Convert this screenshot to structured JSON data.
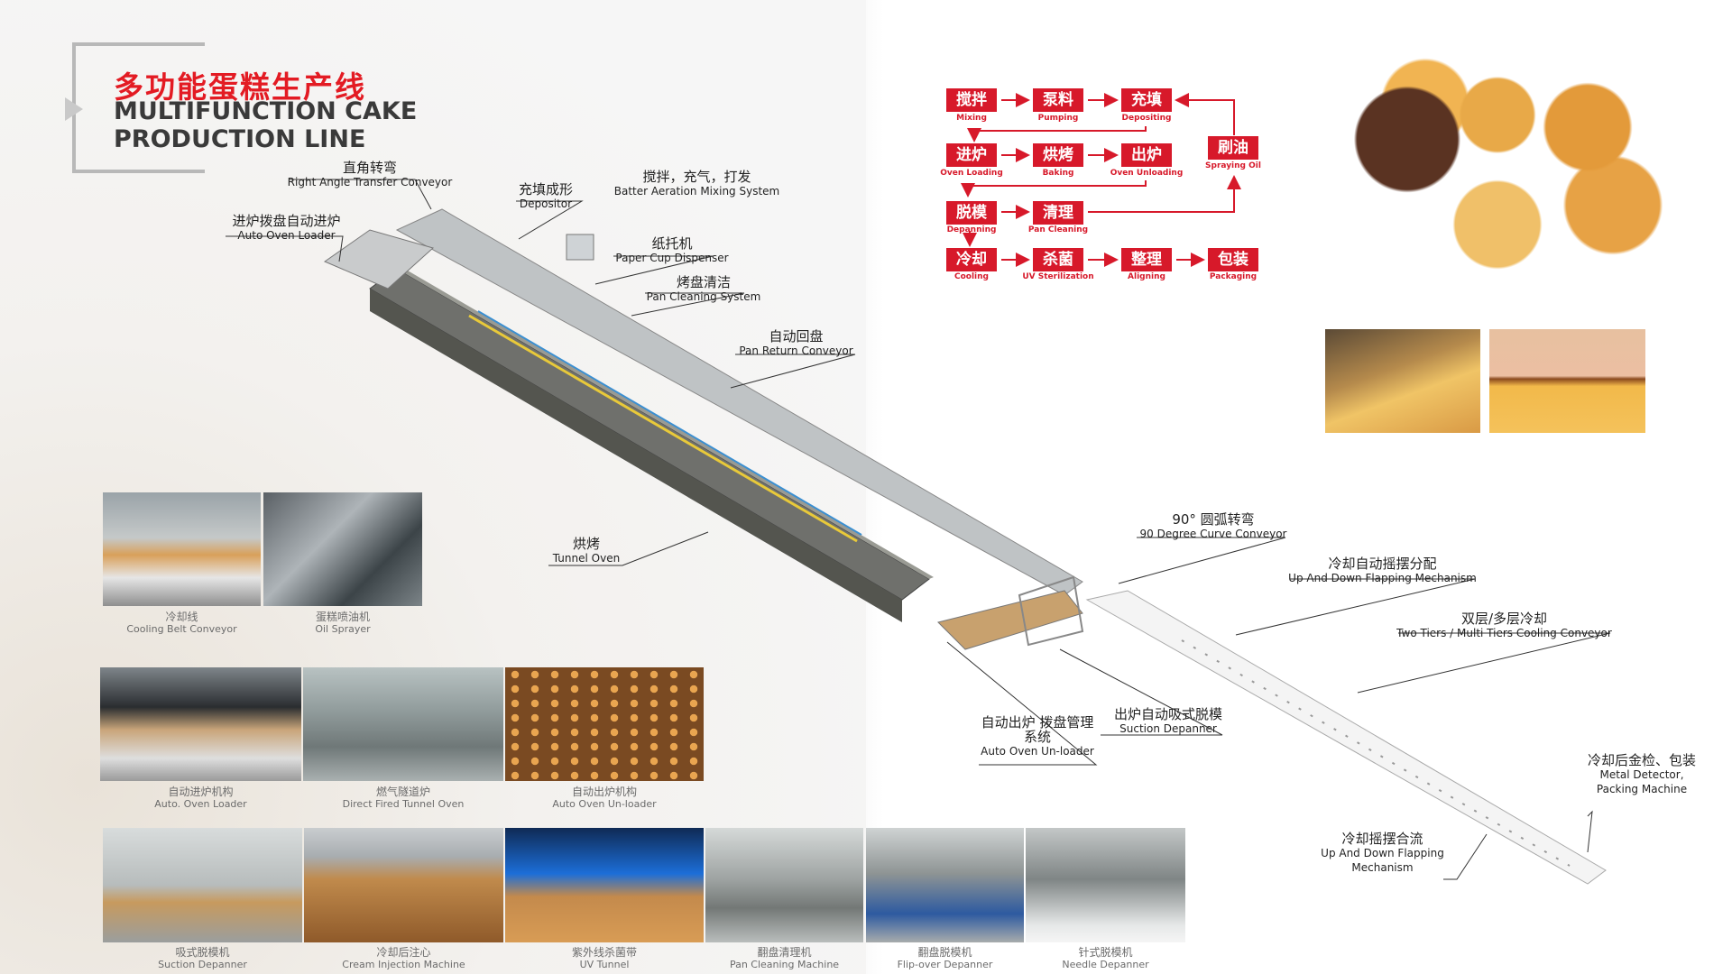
{
  "title": {
    "cn": "多功能蛋糕生产线",
    "en1": "MULTIFUNCTION CAKE",
    "en2": "PRODUCTION LINE"
  },
  "flow": [
    {
      "cn": "搅拌",
      "en": "Mixing"
    },
    {
      "cn": "泵料",
      "en": "Pumping"
    },
    {
      "cn": "充填",
      "en": "Depositing"
    },
    {
      "cn": "进炉",
      "en": "Oven Loading"
    },
    {
      "cn": "烘烤",
      "en": "Baking"
    },
    {
      "cn": "出炉",
      "en": "Oven Unloading"
    },
    {
      "cn": "刷油",
      "en": "Spraying Oil"
    },
    {
      "cn": "脱模",
      "en": "Depanning"
    },
    {
      "cn": "清理",
      "en": "Pan Cleaning"
    },
    {
      "cn": "冷却",
      "en": "Cooling"
    },
    {
      "cn": "杀菌",
      "en": "UV Sterilization"
    },
    {
      "cn": "整理",
      "en": "Aligning"
    },
    {
      "cn": "包装",
      "en": "Packaging"
    }
  ],
  "labels": [
    {
      "cn": "直角转弯",
      "en": "Right Angle Transfer Conveyor"
    },
    {
      "cn": "充填成形",
      "en": "Depositor"
    },
    {
      "cn": "搅拌，充气，打发",
      "en": "Batter Aeration Mixing System"
    },
    {
      "cn": "进炉拨盘自动进炉",
      "en": "Auto Oven Loader"
    },
    {
      "cn": "纸托机",
      "en": "Paper Cup Dispenser"
    },
    {
      "cn": "烤盘清洁",
      "en": "Pan Cleaning System"
    },
    {
      "cn": "自动回盘",
      "en": "Pan Return Conveyor"
    },
    {
      "cn": "烘烤",
      "en": "Tunnel Oven"
    },
    {
      "cn": "90° 圆弧转弯",
      "en": "90 Degree Curve Conveyor"
    },
    {
      "cn": "冷却自动摇摆分配",
      "en": "Up And Down Flapping Mechanism"
    },
    {
      "cn": "双层/多层冷却",
      "en": "Two Tiers / Multi Tiers Cooling Conveyor"
    },
    {
      "cn": "自动出炉 拨盘管理系统",
      "en": "Auto Oven Un-loader"
    },
    {
      "cn": "出炉自动吸式脱模",
      "en": "Suction Depanner"
    },
    {
      "cn": "冷却后金检、包装",
      "en": "Metal Detector, Packing Machine"
    },
    {
      "cn": "冷却摇摆合流",
      "en": "Up And Down Flapping Mechanism"
    }
  ],
  "photos": [
    {
      "cn": "冷却线",
      "en": "Cooling Belt Conveyor"
    },
    {
      "cn": "蛋糕喷油机",
      "en": "Oil Sprayer"
    },
    {
      "cn": "自动进炉机构",
      "en": "Auto. Oven Loader"
    },
    {
      "cn": "燃气隧道炉",
      "en": "Direct Fired Tunnel Oven"
    },
    {
      "cn": "自动出炉机构",
      "en": "Auto Oven Un-loader"
    },
    {
      "cn": "吸式脱模机",
      "en": "Suction Depanner"
    },
    {
      "cn": "冷却后注心",
      "en": "Cream Injection Machine"
    },
    {
      "cn": "紫外线杀菌带",
      "en": "UV Tunnel"
    },
    {
      "cn": "翻盘清理机",
      "en": "Pan Cleaning Machine"
    },
    {
      "cn": "翻盘脱模机",
      "en": "Flip-over Depanner"
    },
    {
      "cn": "针式脱模机",
      "en": "Needle Depanner"
    }
  ],
  "colors": {
    "accent": "#d7192a",
    "title_red": "#e31b23"
  }
}
